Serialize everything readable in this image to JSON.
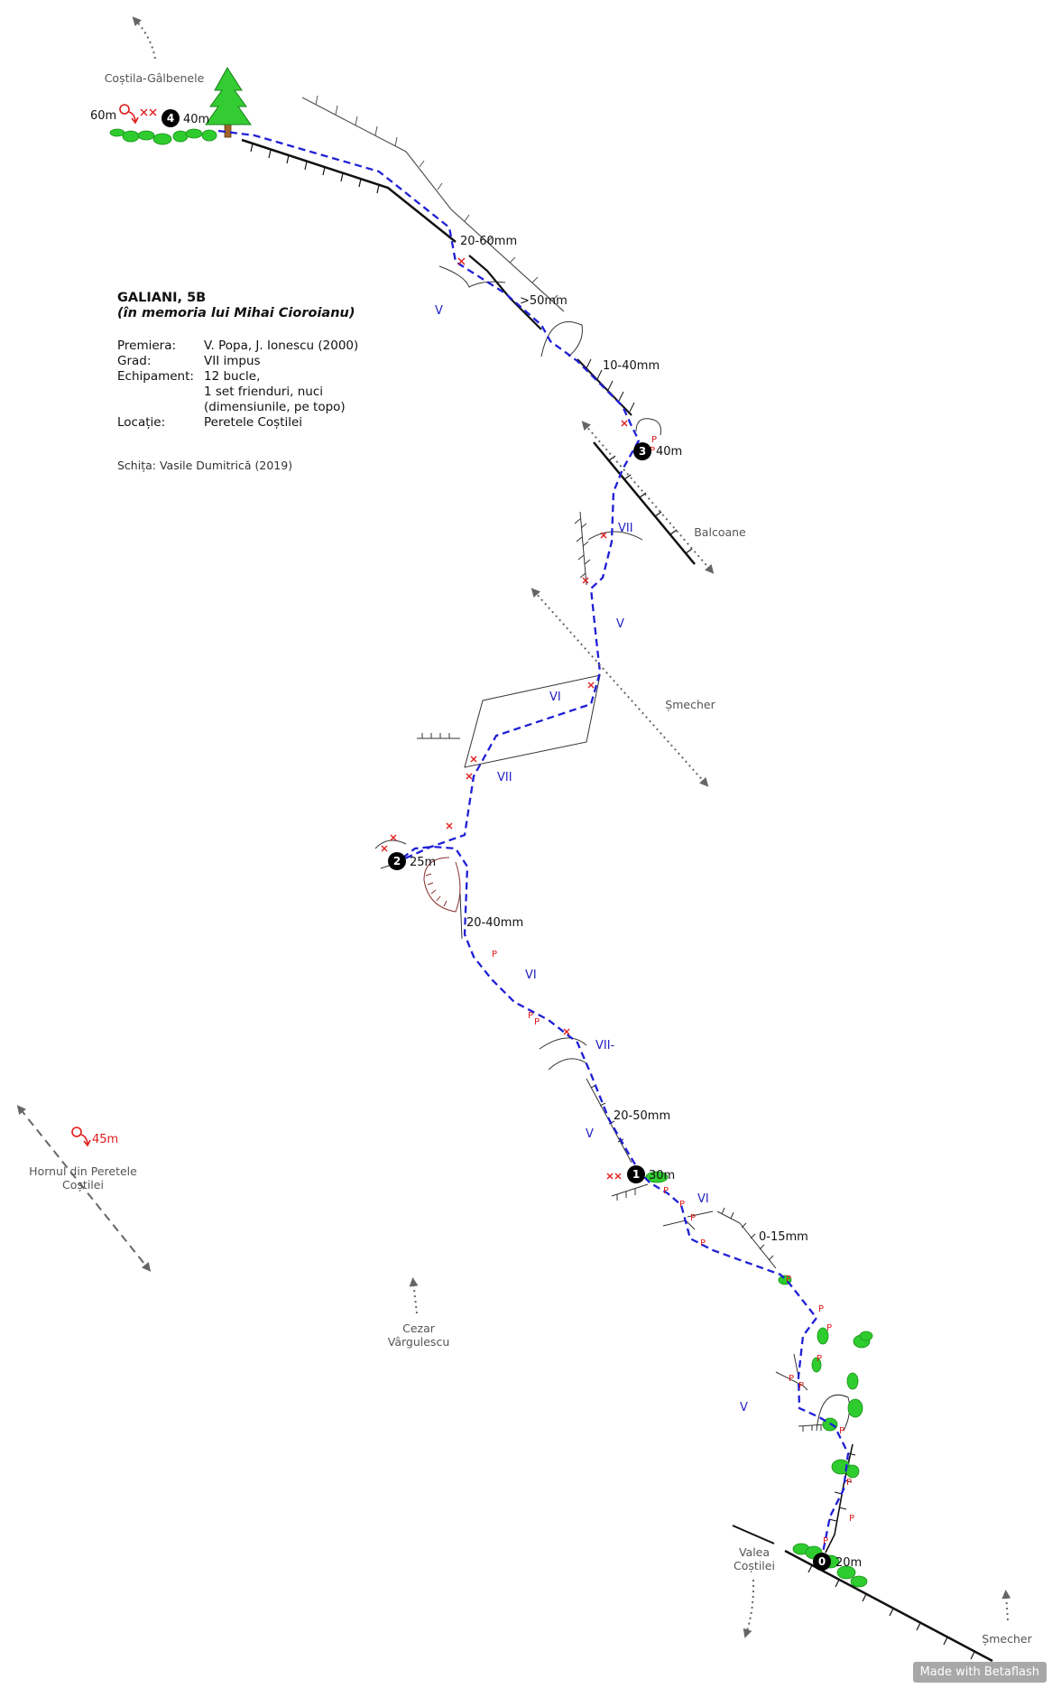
{
  "route": {
    "title": "GALIANI, 5B",
    "subtitle": "(în memoria lui Mihai Cioroianu)",
    "fields": [
      {
        "label": "Premiera:",
        "value": "V. Popa, J. Ionescu (2000)"
      },
      {
        "label": "Grad:",
        "value": "VII impus"
      },
      {
        "label": "Echipament:",
        "value": "12 bucle,"
      },
      {
        "label": "",
        "value": "1 set frienduri, nuci"
      },
      {
        "label": "",
        "value": "(dimensiunile, pe topo)"
      },
      {
        "label": "Locație:",
        "value": "Peretele Coștilei"
      }
    ],
    "credit": "Schița: Vasile Dumitrică (2019)"
  },
  "belays": [
    {
      "id": "0",
      "label": "20m"
    },
    {
      "id": "1",
      "label": "30m"
    },
    {
      "id": "2",
      "label": "25m"
    },
    {
      "id": "3",
      "label": "40m"
    },
    {
      "id": "4",
      "label": "40m"
    }
  ],
  "gear": [
    "20-60mm",
    ">50mm",
    "10-40mm",
    "20-40mm",
    "20-50mm",
    "0-15mm"
  ],
  "grades": [
    "V",
    "VII",
    "V",
    "VI",
    "VII",
    "VI",
    "VII-",
    "V",
    "VI",
    "V"
  ],
  "rappels": [
    "60m",
    "45m"
  ],
  "neighbors": {
    "costila_galbenele": "Coștila-Gâlbenele",
    "balcoane": "Balcoane",
    "smecher_1": "Șmecher",
    "hornul_line1": "Hornul din Peretele",
    "hornul_line2": "Coștilei",
    "cezar_line1": "Cezar",
    "cezar_line2": "Vârgulescu",
    "valea_line1": "Valea",
    "valea_line2": "Coștilei",
    "smecher_2": "Șmecher"
  },
  "footer": {
    "badge": "Made with Betaflash"
  },
  "colors": {
    "route": "#1f1fd6",
    "bolt": "#e01b1b",
    "bush": "#2ecc2e",
    "grade": "#1f1fc4",
    "arrow": "#666666",
    "ledge": "#111111"
  }
}
